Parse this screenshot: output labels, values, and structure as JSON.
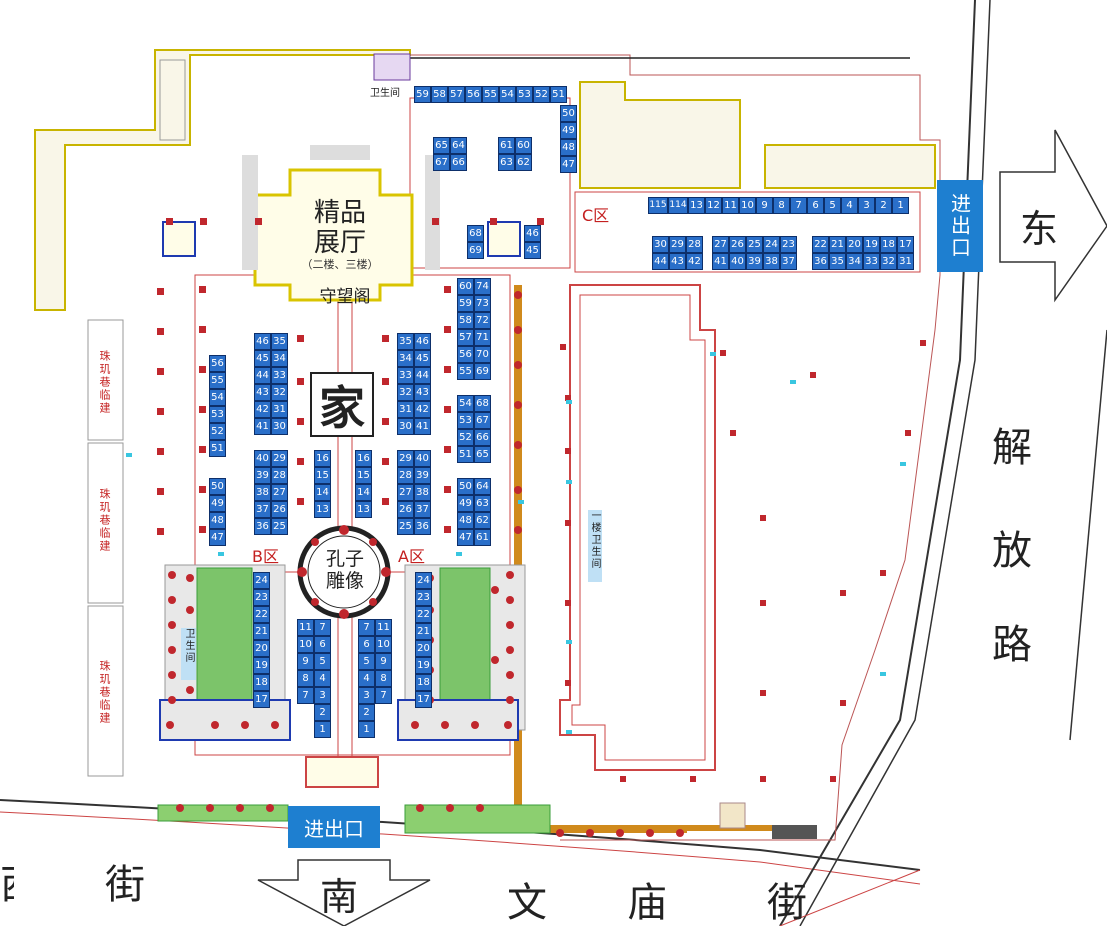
{
  "streets": {
    "south_left": "街",
    "south_left_partial": "西",
    "south_right": [
      "文",
      "庙",
      "街"
    ],
    "east_road": [
      "解",
      "放",
      "路"
    ]
  },
  "directions": {
    "east": "东",
    "south": "南"
  },
  "entrances": {
    "south": "进出口",
    "east": "进出口"
  },
  "halls": {
    "premium_title_line1": "精品",
    "premium_title_line2": "展厅",
    "premium_subtitle": "（二楼、三楼）",
    "watchtower": "守望阁",
    "confucius_line1": "孔子",
    "confucius_line2": "雕像",
    "calligraphy": "家"
  },
  "zones": {
    "a": "A区",
    "b": "B区",
    "c": "C区"
  },
  "facilities": {
    "restroom_top": "卫生间",
    "restroom_left": "卫生间",
    "restroom_hall": "一楼卫生间",
    "temp_building": "珠玑巷临建"
  },
  "booth_rows": {
    "c_top": [
      "59",
      "58",
      "57",
      "56",
      "55",
      "54",
      "53",
      "52",
      "51"
    ],
    "c_col_50": [
      "50",
      "49",
      "48",
      "47"
    ],
    "c_row_115": [
      "115",
      "114",
      "13",
      "12",
      "11",
      "10",
      "9",
      "8",
      "7",
      "6",
      "5",
      "4",
      "3",
      "2",
      "1"
    ],
    "c_upper_30": [
      "30",
      "29",
      "28",
      "27",
      "26",
      "25",
      "24",
      "23",
      "22",
      "21",
      "20",
      "19",
      "18",
      "17"
    ],
    "c_lower_44": [
      "44",
      "43",
      "42",
      "41",
      "40",
      "39",
      "38",
      "37",
      "36",
      "35",
      "34",
      "33",
      "32",
      "31"
    ]
  },
  "colors": {
    "booth": "#2a6fc9",
    "zone_label": "#c42020",
    "entrance": "#1e7fd0",
    "pillar": "#c0272d",
    "walkway": "#d08a1c",
    "greenery": "#3a9c3a",
    "outline_yellow": "#d9c400"
  }
}
